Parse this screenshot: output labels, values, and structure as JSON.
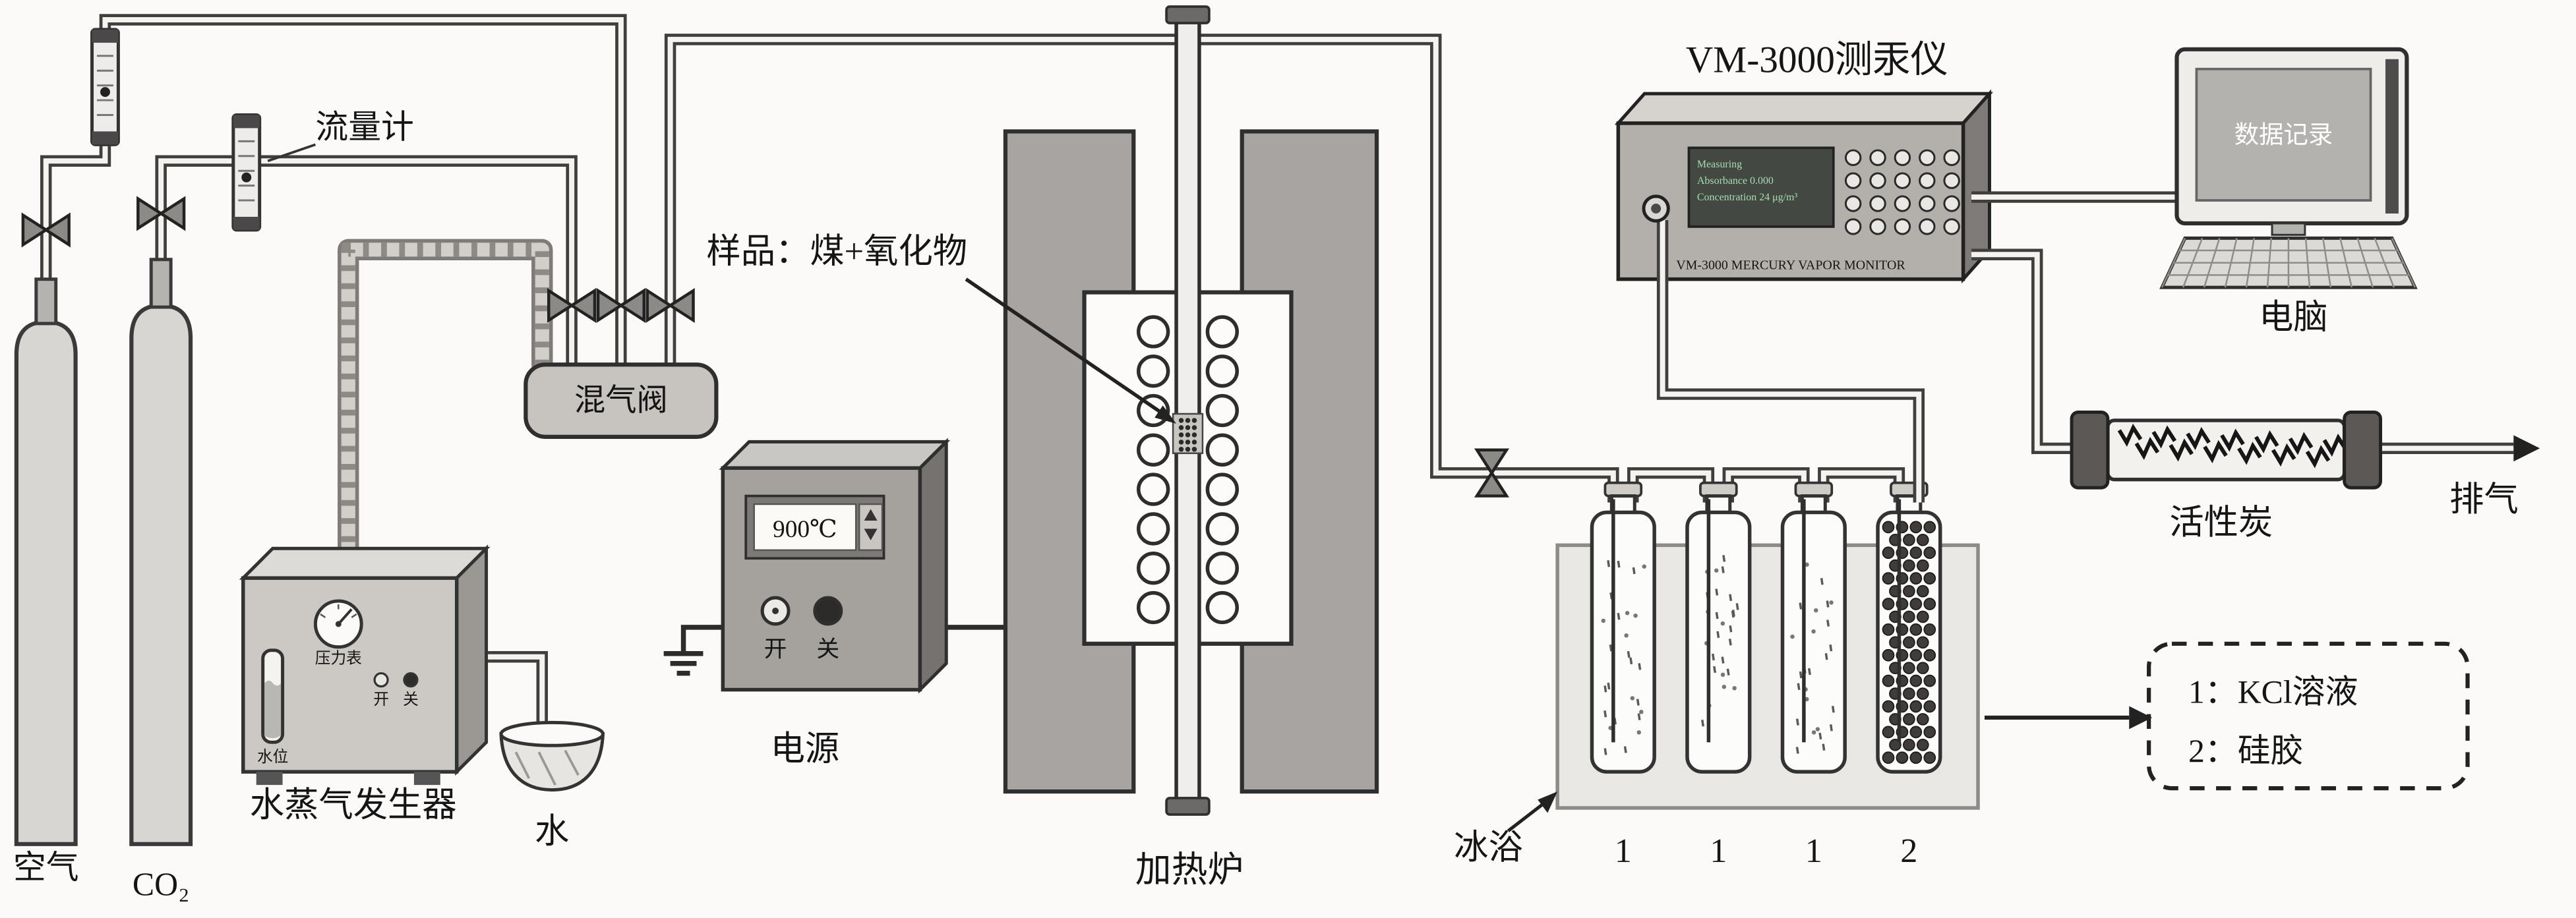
{
  "gas_supply": {
    "air_label": "空气",
    "co2_label": "CO₂",
    "flowmeter_label": "流量计",
    "mixing_valve_label": "混气阀"
  },
  "steam_generator": {
    "label": "水蒸气发生器",
    "pressure_gauge_label": "压力表",
    "water_level_label": "水位",
    "on_label": "开",
    "off_label": "关",
    "water_label": "水"
  },
  "power_supply": {
    "label": "电源",
    "temperature_display": "900℃",
    "on_label": "开",
    "off_label": "关"
  },
  "furnace": {
    "label": "加热炉",
    "sample_label": "样品：煤+氧化物"
  },
  "ice_bath": {
    "label": "冰浴",
    "bottle_numbers": [
      "1",
      "1",
      "1",
      "2"
    ]
  },
  "analyzer": {
    "title": "VM-3000测汞仪",
    "panel_label": "VM-3000 MERCURY VAPOR MONITOR",
    "display_lines": [
      "Measuring",
      "Absorbance 0.000",
      "Concentration 24 μg/m³"
    ]
  },
  "computer": {
    "label": "电脑",
    "screen_text": "数据记录"
  },
  "carbon_trap": {
    "label": "活性炭",
    "exhaust_label": "排气"
  },
  "legend": {
    "line1": "1：KCl溶液",
    "line2": "2：硅胶"
  }
}
